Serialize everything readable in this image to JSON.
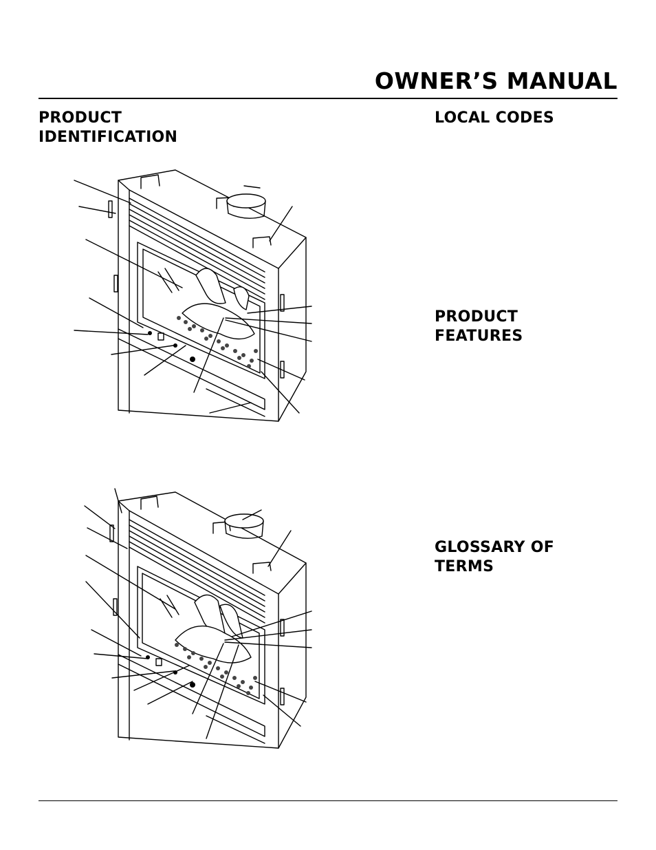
{
  "header": {
    "title": "OWNER’S MANUAL"
  },
  "sections": {
    "product_identification": [
      "PRODUCT",
      "IDENTIFICATION"
    ],
    "local_codes": [
      "LOCAL CODES"
    ],
    "product_features": [
      "PRODUCT",
      "FEATURES"
    ],
    "glossary": [
      "GLOSSARY OF",
      "TERMS"
    ]
  },
  "figures": [
    {
      "name": "fireplace-figure-1",
      "icon": "fireplace-illustration"
    },
    {
      "name": "fireplace-figure-2",
      "icon": "fireplace-illustration"
    }
  ]
}
